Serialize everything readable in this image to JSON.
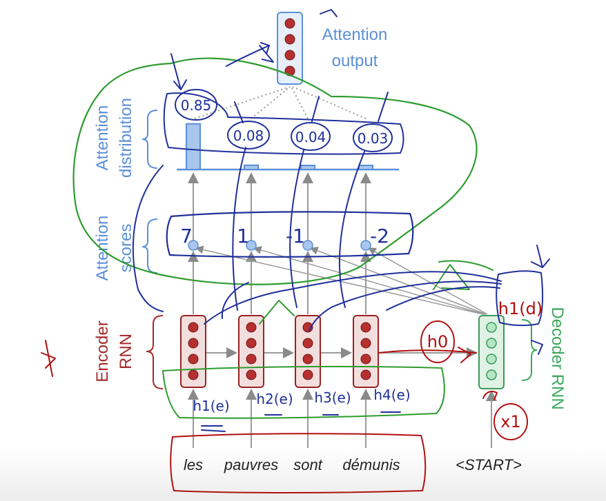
{
  "labels": {
    "attention_output": [
      "Attention",
      "output"
    ],
    "attention_distribution": [
      "Attention",
      "distribution"
    ],
    "attention_scores": [
      "Attention",
      "scores"
    ],
    "encoder_rnn": [
      "Encoder",
      "RNN"
    ],
    "decoder_rnn": "Decoder RNN"
  },
  "source_words": [
    "les",
    "pauvres",
    "sont",
    "démunis"
  ],
  "decoder_input": "<START>",
  "attention_scores": [
    "7",
    "1",
    "-1",
    "-2"
  ],
  "attention_probs": [
    "0.85",
    "0.08",
    "0.04",
    "0.03"
  ],
  "hidden_labels": {
    "encoder": [
      "h1(e)",
      "h2(e)",
      "h3(e)",
      "h4(e)"
    ],
    "decoder": "h1(d)",
    "h0": "h0",
    "x1": "x1"
  },
  "chart_data": {
    "type": "bar",
    "categories": [
      "les",
      "pauvres",
      "sont",
      "démunis"
    ],
    "values": [
      0.85,
      0.08,
      0.04,
      0.03
    ],
    "title": "",
    "xlabel": "",
    "ylabel": ""
  },
  "colors": {
    "blue": "#5b8fd6",
    "encoder_red": "#a52a2a",
    "decoder_green": "#3aa85a",
    "annotation_dark_blue": "#1f2f9a",
    "annotation_green": "#2e9b2e",
    "annotation_red": "#b01010"
  }
}
